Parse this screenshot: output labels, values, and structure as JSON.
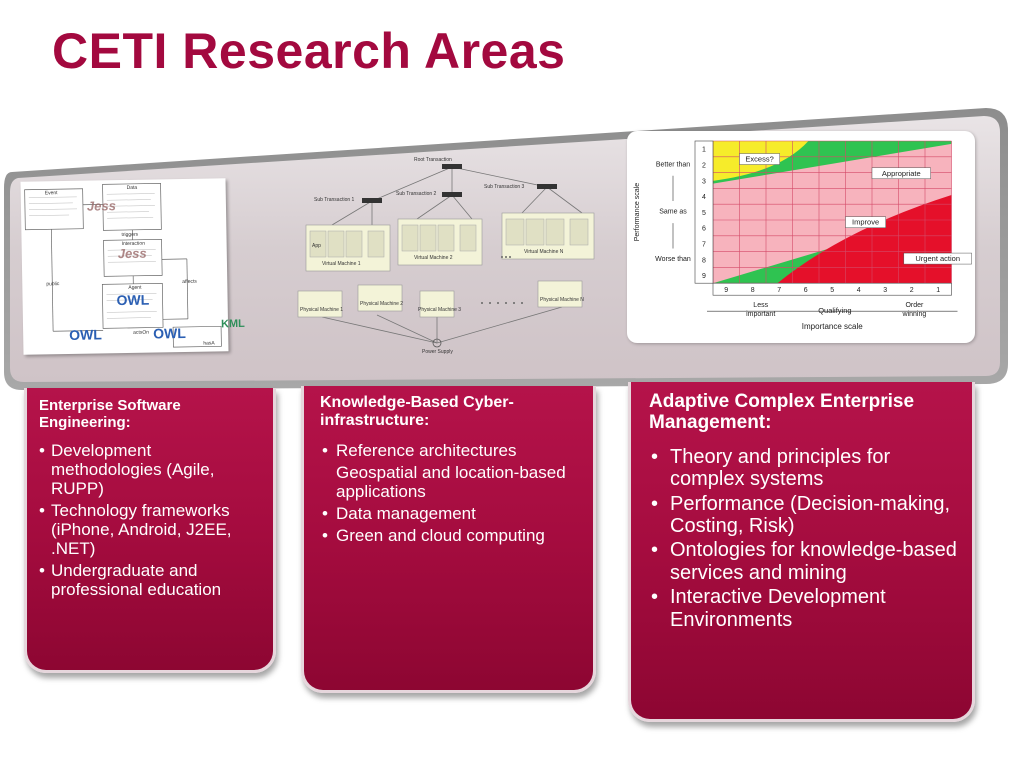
{
  "title": "CETI Research Areas",
  "figure_left": {
    "boxes": [
      "Event",
      "Data",
      "Interaction",
      "Agent"
    ],
    "labels": [
      "triggers",
      "public",
      "affects",
      "actsOn",
      "hasA"
    ],
    "logos": {
      "jess": "Jess",
      "owl": "OWL",
      "kml": "KML"
    }
  },
  "figure_mid": {
    "top": "Root Transaction",
    "subs": [
      "Sub Transaction 1",
      "Sub Transaction 2",
      "Sub Transaction 3"
    ],
    "vms": [
      "Virtual Machine 1",
      "Virtual Machine 2",
      "Virtual Machine N"
    ],
    "app": "App",
    "physical": [
      "Physical Machine 1",
      "Physical Machine 2",
      "Physical Machine 3",
      "Physical Machine N"
    ],
    "power": "Power Supply"
  },
  "figure_right": {
    "row_numbers": [
      "1",
      "2",
      "3",
      "4",
      "5",
      "6",
      "7",
      "8",
      "9"
    ],
    "col_numbers": [
      "9",
      "8",
      "7",
      "6",
      "5",
      "4",
      "3",
      "2",
      "1"
    ],
    "y_labels": [
      "Better than",
      "Same as",
      "Worse than"
    ],
    "y_axis_title": "Performance scale",
    "x_labels": [
      "Less important",
      "Qualifying",
      "Order winning"
    ],
    "x_axis_title": "Importance scale",
    "zones": [
      "Excess?",
      "Appropriate",
      "Improve",
      "Urgent action"
    ],
    "colors": {
      "yellow": "#f6ec2a",
      "green": "#2fc351",
      "pink": "#f7b3bd",
      "red": "#e5102a",
      "grid": "#d44a68"
    }
  },
  "columns": [
    {
      "heading": "Enterprise Software Engineering:",
      "items": [
        "Development methodologies (Agile, RUPP)",
        "Technology frameworks (iPhone, Android, J2EE, .NET)",
        "Undergraduate and professional education"
      ]
    },
    {
      "heading": "Knowledge-Based Cyber-infrastructure:",
      "items": [
        "Reference architectures",
        "Geospatial and location-based applications",
        "Data management",
        "Green and cloud computing"
      ]
    },
    {
      "heading": "Adaptive Complex Enterprise Management:",
      "items": [
        "Theory and principles for complex systems",
        "Performance (Decision-making, Costing, Risk)",
        "Ontologies for knowledge-based services and mining",
        "Interactive Development Environments"
      ]
    }
  ]
}
